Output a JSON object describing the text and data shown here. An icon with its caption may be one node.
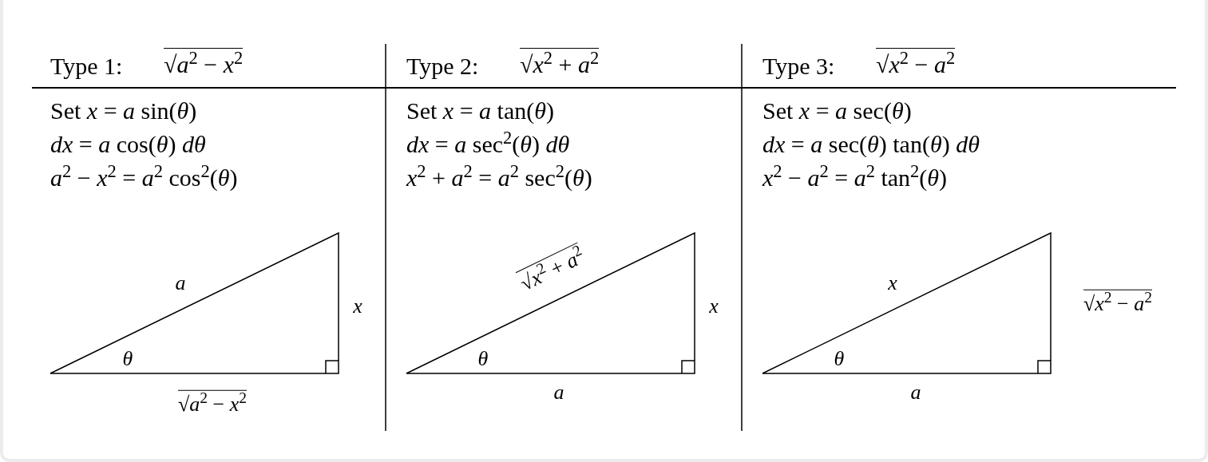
{
  "diagram": {
    "labels": [
      "Type 1:",
      "√*a*$^{2}$ − *x*$^{2}$",
      "Type 2:",
      "√*x*$^{2}$ + *a*$^{2}$",
      "Type 3:",
      "√*x*$^{2}$ − *a*$^{2}$",
      "Set *x* = *a* sin(*θ*)",
      "Set *x* = *a* tan(*θ*)",
      "Set *x* = *a* sec(*θ*)",
      "*dx* = *a* cos(*θ*) *dθ*",
      "*dx* = *a* sec$^{2}$(*θ*) *dθ*",
      "*dx* = *a* sec(*θ*) tan(*θ*) *dθ*",
      "*a*$^{2}$ − *x*$^{2}$ = *a*$^{2}$ cos$^{2}$(*θ*)",
      "*x*$^{2}$ + *a*$^{2}$ = *a*$^{2}$ sec$^{2}$(*θ*)",
      "*x*$^{2}$ − *a*$^{2}$ = *a*$^{2}$ tan$^{2}$(*θ*)",
      "*a*",
      "*x*",
      "*θ*",
      "√*a*$^{2}$ − *x*$^{2}$",
      "√*x*$^{2}$ + *a*$^{2}$",
      "*x*",
      "*θ*",
      "*a*",
      "*x*",
      "√*x*$^{2}$ − *a*$^{2}$",
      "*θ*",
      "*a*"
    ]
  }
}
